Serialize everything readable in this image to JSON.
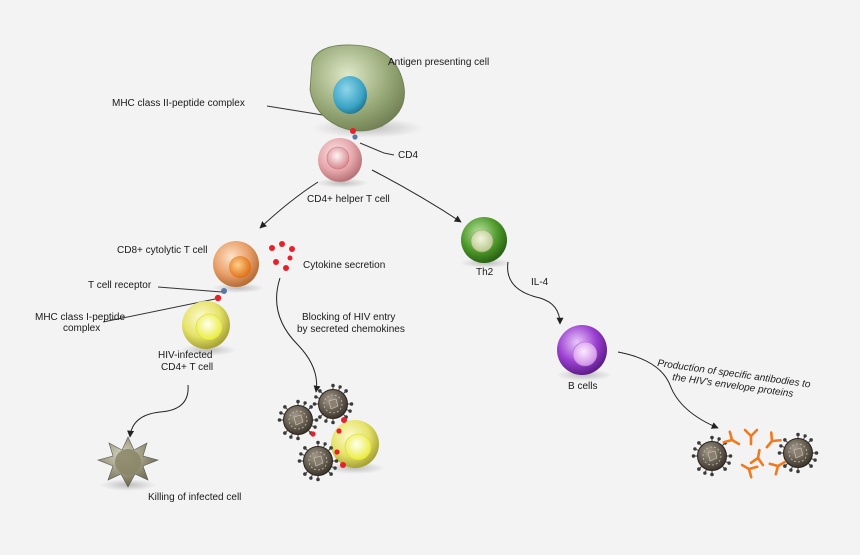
{
  "labels": {
    "antigen_presenting_cell": "Antigen presenting cell",
    "mhc_class_ii": "MHC class II-peptide complex",
    "cd4": "CD4",
    "cd4_helper": "CD4+ helper T cell",
    "cd8_cytolytic": "CD8+ cytolytic T cell",
    "cytokine_secretion": "Cytokine secretion",
    "t_cell_receptor": "T cell receptor",
    "mhc_class_i_line1": "MHC class I-peptide",
    "mhc_class_i_line2": "complex",
    "hiv_infected_line1": "HIV-infected",
    "hiv_infected_line2": "CD4+ T cell",
    "blocking_line1": "Blocking of HIV entry",
    "blocking_line2": "by secreted chemokines",
    "killing": "Killing of infected cell",
    "th2": "Th2",
    "il4": "IL-4",
    "b_cells": "B cells",
    "production_line1": "Production of specific antibodies to",
    "production_line2": "the HIV's envelope proteins"
  },
  "colors": {
    "background": "#f3f3f3",
    "apc_body": "#9aab7a",
    "apc_nucleus": "#3aa3c4",
    "cd4_helper": "#e6a9ad",
    "cd8_cytolytic": "#e9a06a",
    "hiv_infected": "#e9ec3a",
    "th2": "#4f9b2c",
    "b_cell": "#9b3fd0",
    "killed_cell": "#8a8566",
    "cytokine": "#e8202a",
    "antibody": "#ef7a20",
    "virus": "#5a5045"
  }
}
